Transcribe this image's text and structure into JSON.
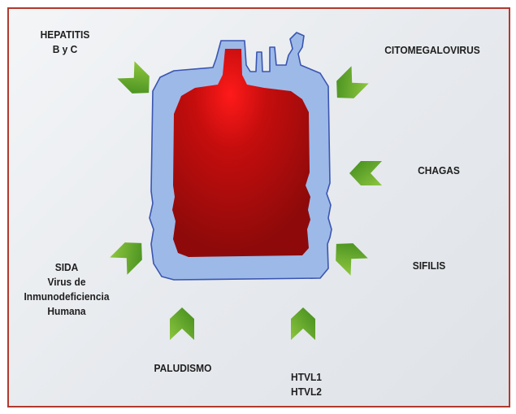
{
  "labels": {
    "hepatitis": [
      "HEPATITIS",
      "B y C"
    ],
    "citomegalovirus": [
      "CITOMEGALOVIRUS"
    ],
    "chagas": [
      "CHAGAS"
    ],
    "sifilis": [
      "SIFILIS"
    ],
    "sida": [
      "SIDA",
      "Virus de",
      "Inmunodeficiencia",
      "Humana"
    ],
    "paludismo": [
      "PALUDISMO"
    ],
    "htvl": [
      "HTVL1",
      "HTVL2"
    ]
  },
  "colors": {
    "frame": "#b03a2e",
    "bag_outer": "#9db9e8",
    "bag_outline": "#3a55b0",
    "blood_center": "#ff1a1a",
    "blood_edge": "#8e0a0a",
    "arrow_light": "#8ec63f",
    "arrow_dark": "#3f8a1c"
  },
  "icons": {
    "arrows": [
      "chevron-arrow-icon"
    ],
    "bag": "blood-bag-icon"
  }
}
